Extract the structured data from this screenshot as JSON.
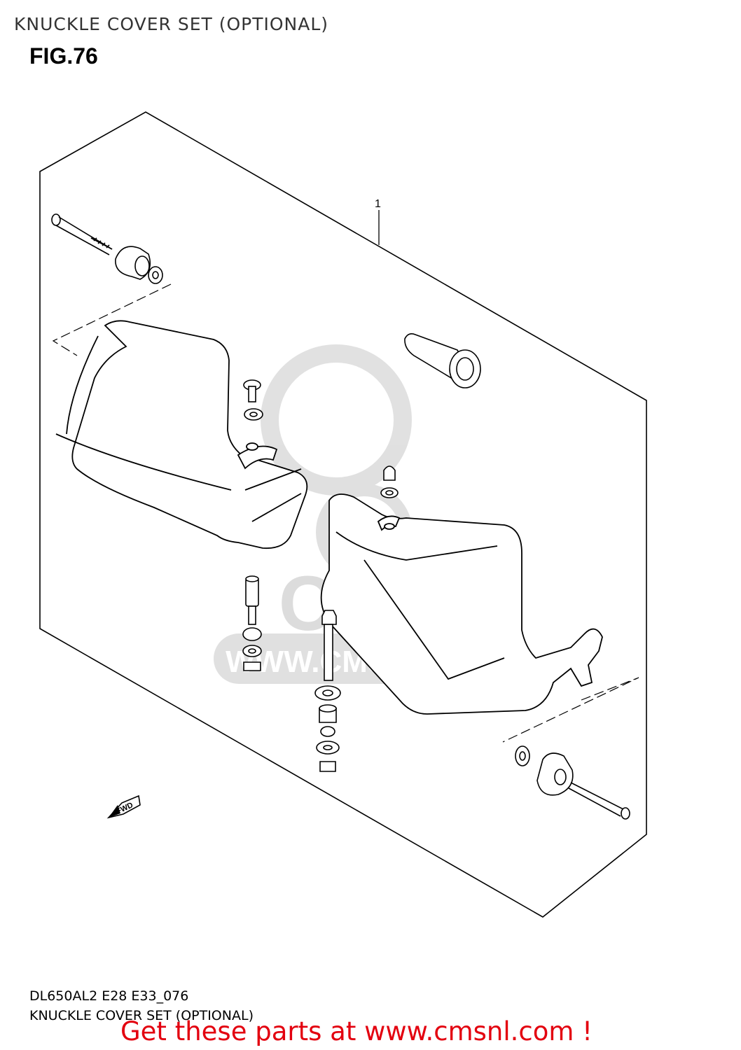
{
  "header": {
    "title": "KNUCKLE COVER SET (OPTIONAL)"
  },
  "figure": {
    "label": "FIG.76",
    "callout_1": "1",
    "fwd_label": "FWD"
  },
  "watermark": {
    "brand": "CMS",
    "url": "WWW.CMSNL.COM"
  },
  "footer": {
    "code": "DL650AL2 E28 E33_076",
    "title": "KNUCKLE COVER SET (OPTIONAL)",
    "promo": "Get these parts at www.cmsnl.com !"
  }
}
